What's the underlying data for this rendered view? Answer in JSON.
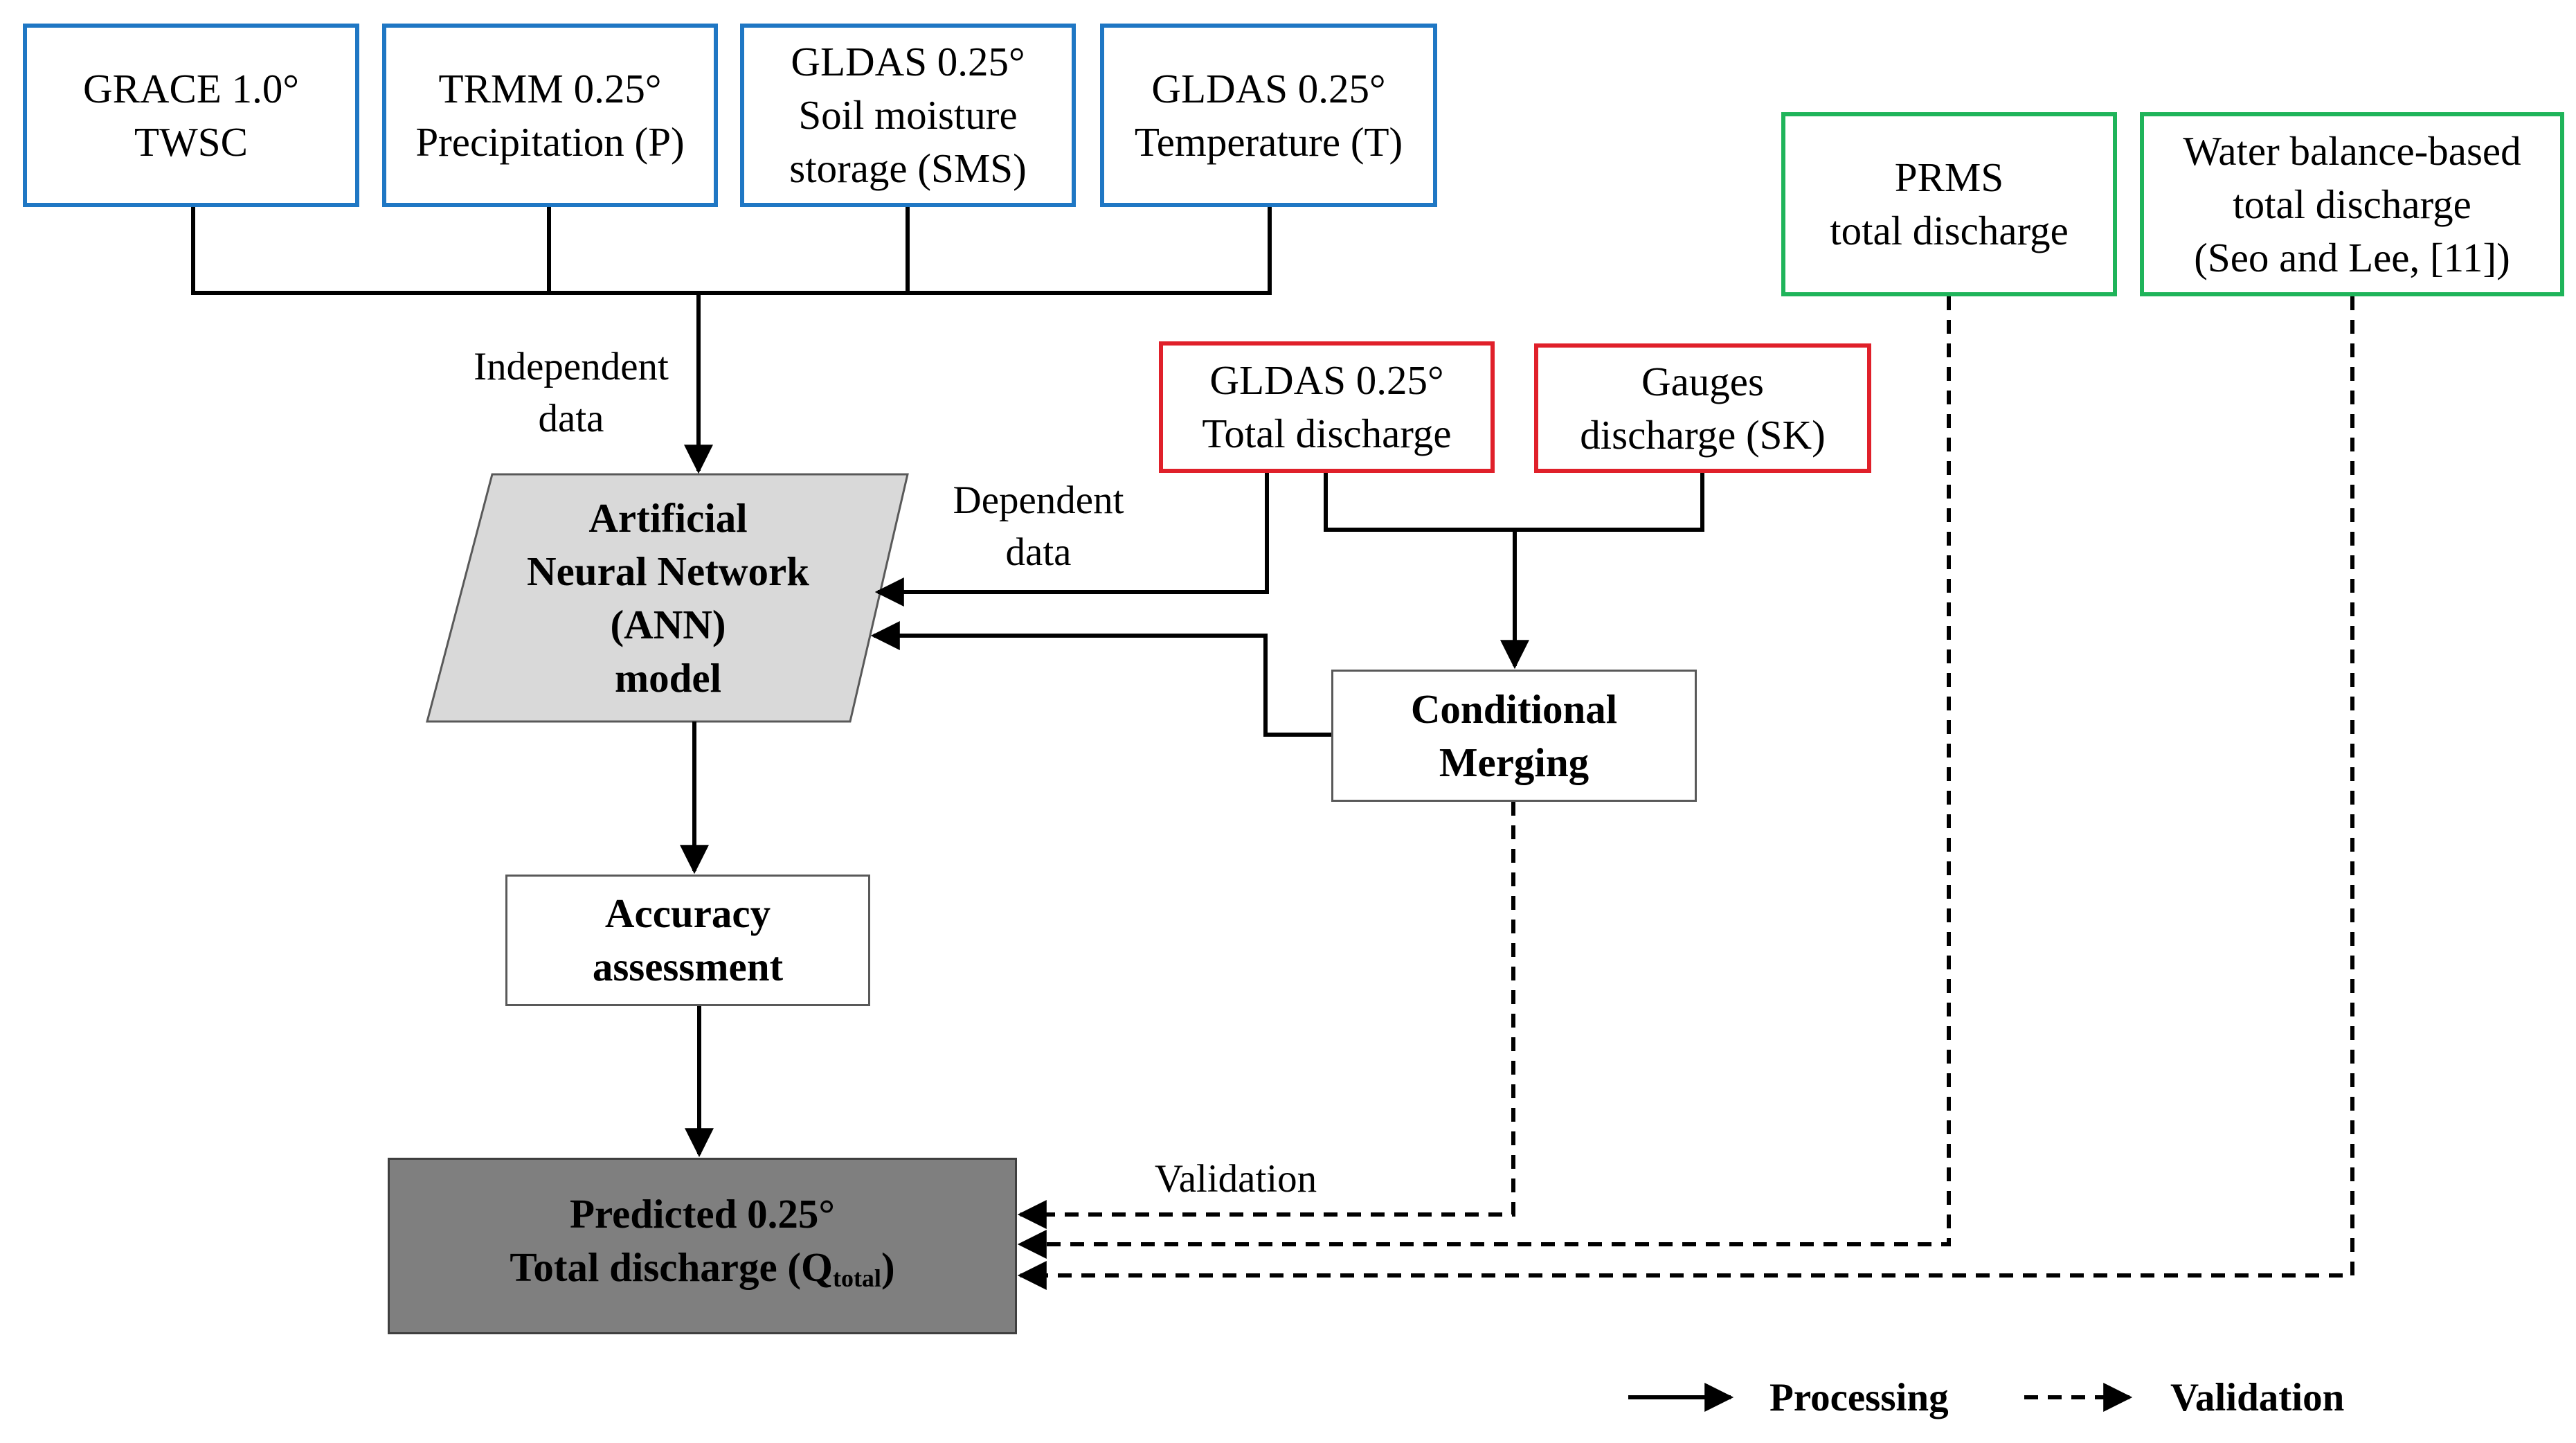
{
  "sources": {
    "grace": [
      "GRACE 1.0°",
      "TWSC"
    ],
    "trmm": [
      "TRMM 0.25°",
      "Precipitation (P)"
    ],
    "gldas_sms": [
      "GLDAS 0.25°",
      "Soil moisture",
      "storage (SMS)"
    ],
    "gldas_t": [
      "GLDAS 0.25°",
      "Temperature (T)"
    ]
  },
  "validation_sources": {
    "prms": [
      "PRMS",
      "total discharge"
    ],
    "water_balance": [
      "Water balance-based",
      "total discharge",
      "(Seo and Lee, [11])"
    ]
  },
  "dependent_sources": {
    "gldas_q": [
      "GLDAS 0.25°",
      "Total discharge"
    ],
    "gauges": [
      "Gauges",
      "discharge (SK)"
    ]
  },
  "ann": [
    "Artificial",
    "Neural Network",
    "(ANN)",
    "model"
  ],
  "merging": [
    "Conditional",
    "Merging"
  ],
  "accuracy": [
    "Accuracy",
    "assessment"
  ],
  "predicted": {
    "line1": "Predicted 0.25°",
    "line2_prefix": "Total discharge (Q",
    "line2_sub": "total",
    "line2_suffix": ")"
  },
  "labels": {
    "independent": [
      "Independent",
      "data"
    ],
    "dependent": [
      "Dependent",
      "data"
    ],
    "validation": "Validation"
  },
  "legend": {
    "processing": "Processing",
    "validation": "Validation"
  },
  "colors": {
    "input_border": "#1f77c4",
    "validation_border": "#1fb45a",
    "dependent_border": "#e0202a",
    "ann_fill": "#d9d9d9",
    "predicted_fill": "#7f7f7f"
  }
}
